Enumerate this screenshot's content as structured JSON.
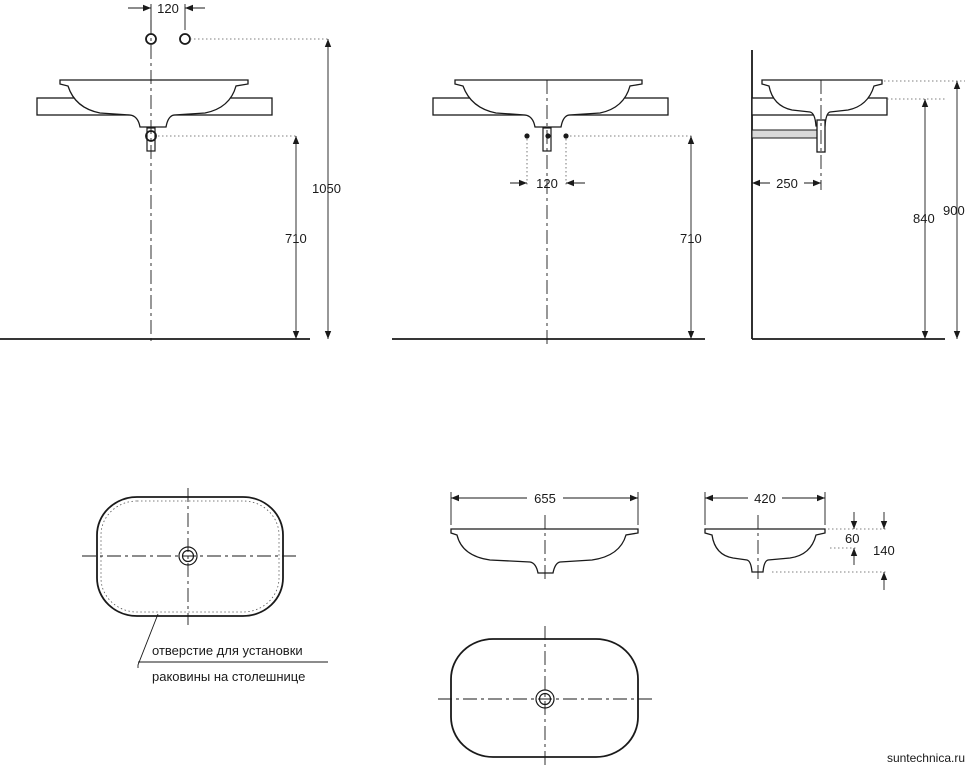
{
  "dimensions": {
    "tap_spacing_top": "120",
    "total_height_front": "1050",
    "drain_height_front": "710",
    "connection_spacing_middle": "120",
    "drain_height_middle": "710",
    "wall_offset_side": "250",
    "countertop_height_side": "840",
    "total_height_side": "900",
    "basin_length": "655",
    "basin_width": "420",
    "rim_depth": "60",
    "basin_depth": "140"
  },
  "notes": {
    "cutout_line1": "отверстие для установки",
    "cutout_line2": "раковины на столешнице"
  },
  "watermark": "suntechnica.ru"
}
